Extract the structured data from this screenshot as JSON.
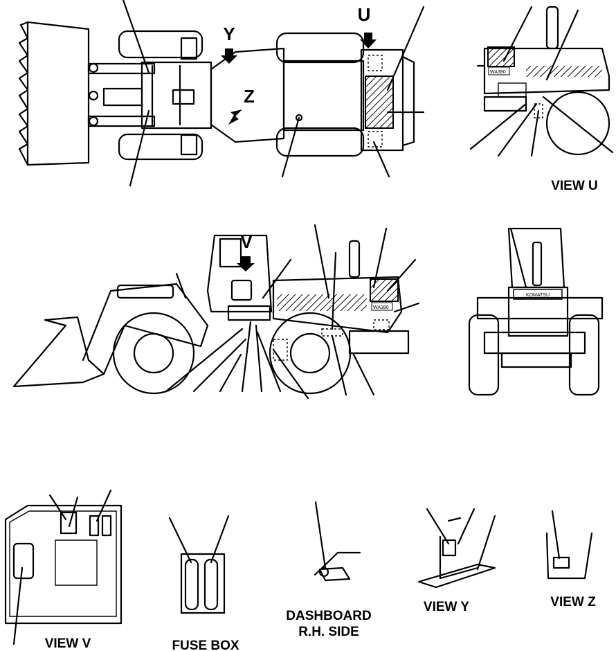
{
  "view_markers": {
    "y": "Y",
    "z": "Z",
    "u": "U",
    "v": "V"
  },
  "view_labels": {
    "view_u": "VIEW U",
    "view_v": "VIEW V",
    "fuse_box": "FUSE BOX",
    "dashboard_line1": "DASHBOARD",
    "dashboard_line2": "R.H. SIDE",
    "view_y": "VIEW Y",
    "view_z": "VIEW Z"
  },
  "plate_text": {
    "model_top": "WA380",
    "model_side": "WA380",
    "brand_front": "KOMATSU"
  },
  "colors": {
    "ink": "#000000",
    "paper": "#ffffff"
  }
}
